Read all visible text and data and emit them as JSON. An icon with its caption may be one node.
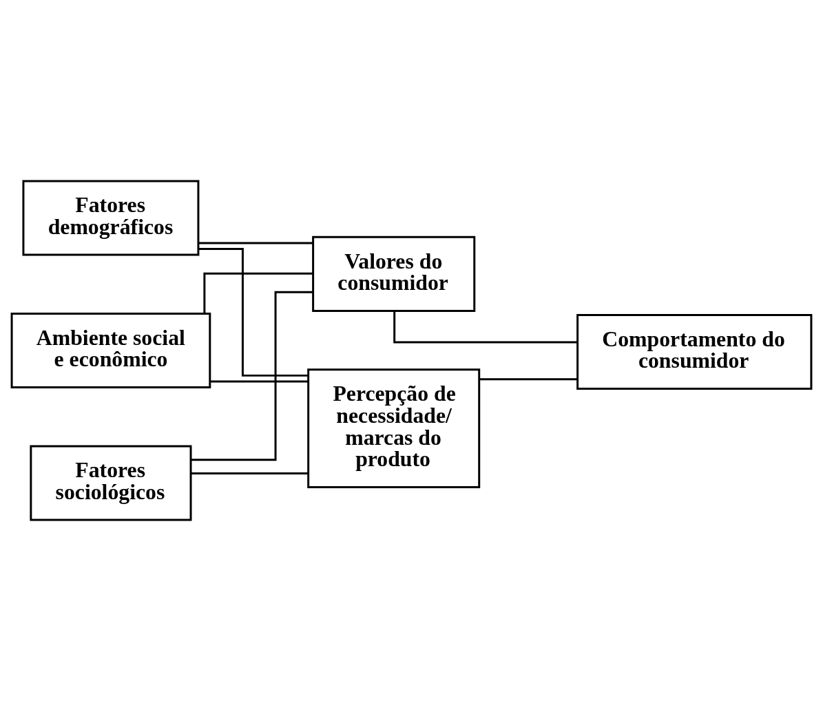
{
  "diagram": {
    "nodes": [
      {
        "text": [
          "Fatores demográficos"
        ]
      },
      {
        "text": [
          "Ambiente social e econômico"
        ]
      },
      {
        "text": [
          "Fatores sociológicos"
        ]
      },
      {
        "text": [
          "Valores do consumidor"
        ]
      },
      {
        "text": [
          "Percepção de necessidade/ marcas do produto"
        ]
      },
      {
        "text": [
          "Comportamento do consumidor"
        ]
      }
    ],
    "edges": [
      {
        "from": 0,
        "to": 3,
        "arrow": "none"
      },
      {
        "from": 1,
        "to": 3,
        "arrow": "none"
      },
      {
        "from": 2,
        "to": 3,
        "arrow": "none"
      },
      {
        "from": 0,
        "to": 4,
        "arrow": "none"
      },
      {
        "from": 1,
        "to": 4,
        "arrow": "none"
      },
      {
        "from": 2,
        "to": 4,
        "arrow": "none"
      },
      {
        "from": 3,
        "to": 5,
        "arrow": "none"
      },
      {
        "from": 4,
        "to": 5,
        "arrow": "none"
      }
    ]
  }
}
